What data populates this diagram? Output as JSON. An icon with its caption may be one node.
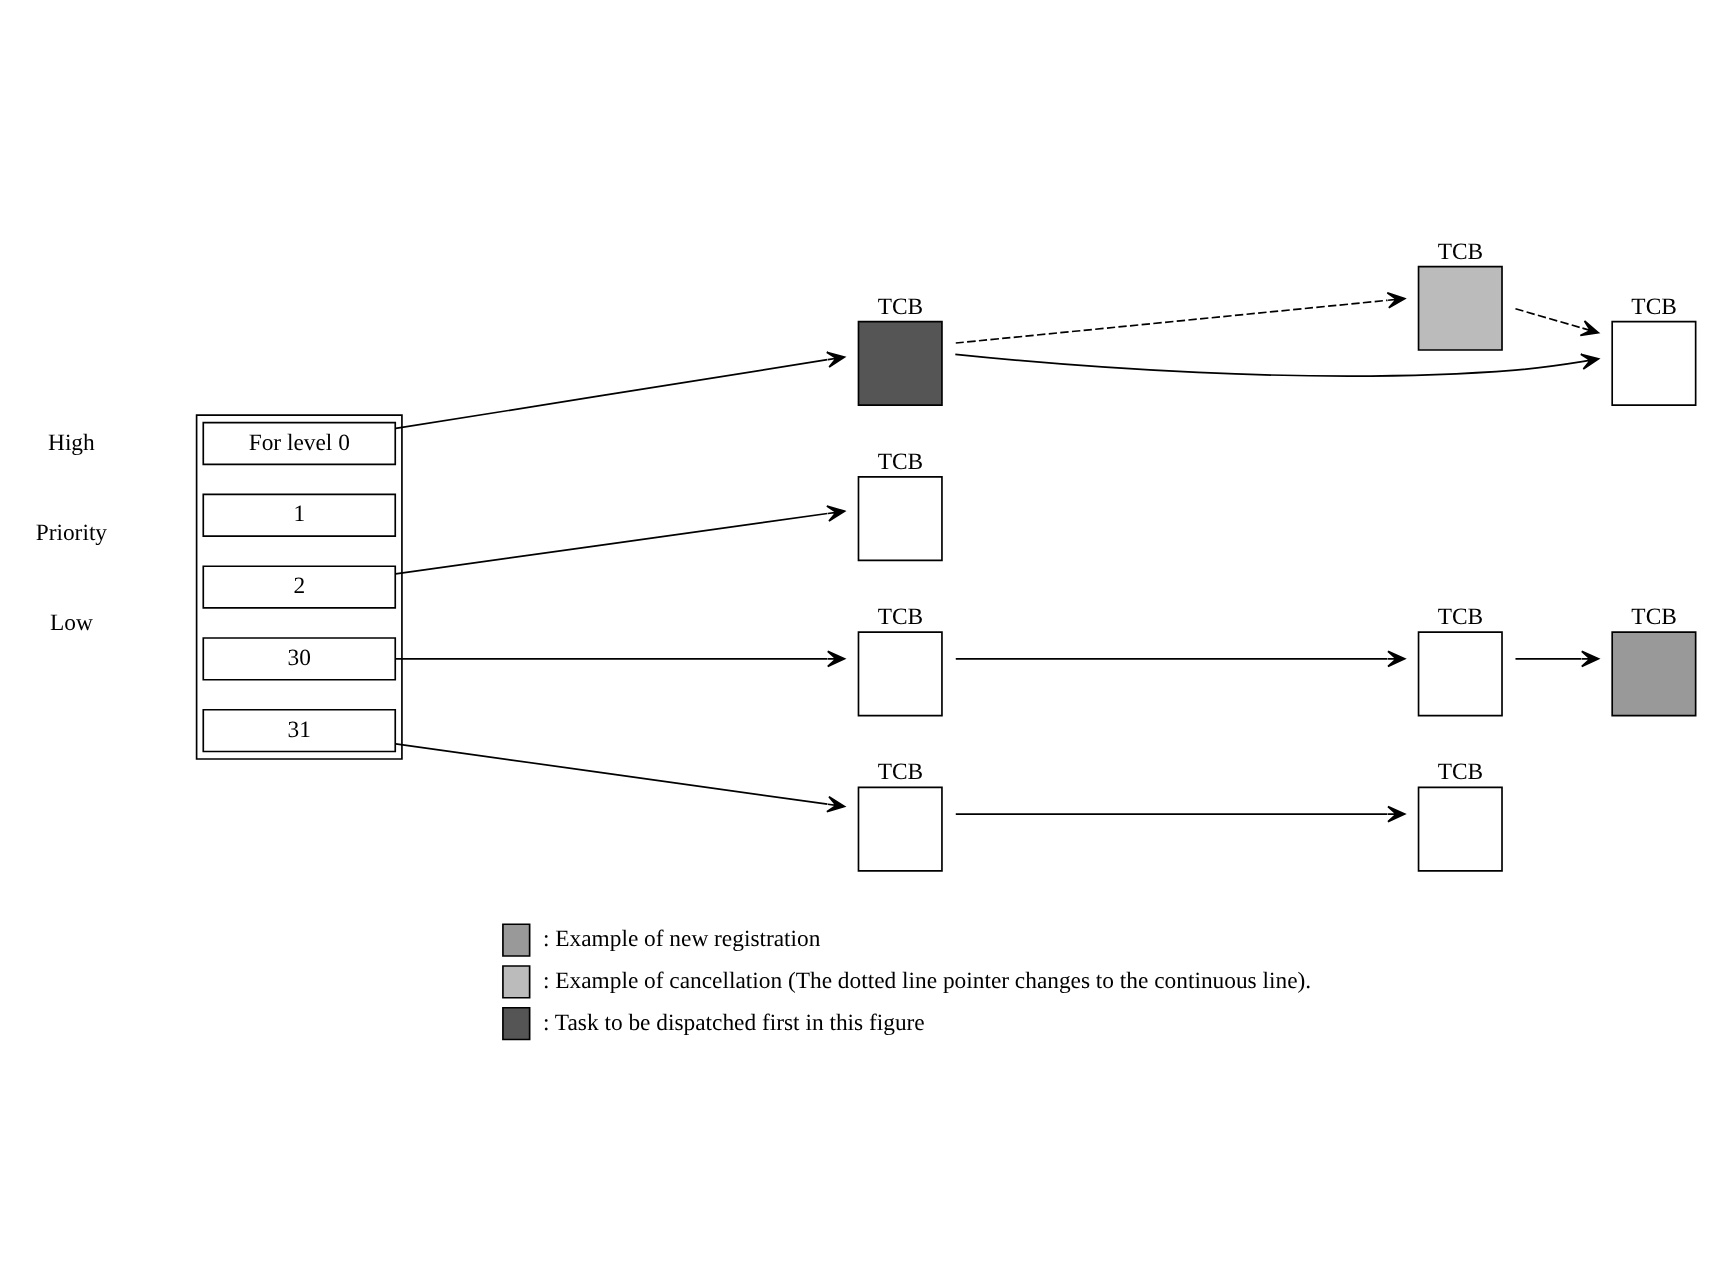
{
  "diagram": {
    "nodes": [
      {
        "text": [],
        "shape": "box"
      },
      {
        "text": [
          "For level 0"
        ],
        "in": 0
      },
      {
        "text": [
          "1"
        ],
        "in": 0
      },
      {
        "text": [
          "2"
        ],
        "in": 0
      },
      {
        "text": [
          "30"
        ],
        "in": 0
      },
      {
        "text": [
          "31"
        ],
        "in": 0
      },
      {
        "text": [
          "TCB"
        ]
      },
      {
        "text": [
          "TCB"
        ]
      },
      {
        "text": [
          "TCB"
        ]
      },
      {
        "text": [
          "TCB"
        ]
      },
      {
        "text": [
          "TCB"
        ]
      },
      {
        "text": [
          "TCB"
        ]
      },
      {
        "text": [
          "TCB"
        ]
      },
      {
        "text": [
          "TCB"
        ]
      },
      {
        "text": [
          "TCB"
        ]
      }
    ],
    "edges": [
      {
        "from": 1,
        "to": 6,
        "arrow": "to"
      },
      {
        "from": 6,
        "to": 7,
        "arrow": "to",
        "style": "dashed"
      },
      {
        "from": 7,
        "to": 8,
        "arrow": "to",
        "style": "dashed"
      },
      {
        "from": 6,
        "to": 8,
        "arrow": "to"
      },
      {
        "from": 3,
        "to": 9,
        "arrow": "to"
      },
      {
        "from": 4,
        "to": 10,
        "arrow": "to"
      },
      {
        "from": 10,
        "to": 11,
        "arrow": "to"
      },
      {
        "from": 11,
        "to": 12,
        "arrow": "to"
      },
      {
        "from": 5,
        "to": 13,
        "arrow": "to"
      },
      {
        "from": 13,
        "to": 14,
        "arrow": "to"
      }
    ],
    "labels": [
      "High",
      "Priority",
      "Low"
    ],
    "legend": [
      {
        "text": ": Example of new registration"
      },
      {
        "text": ": Example of cancellation (The dotted line pointer changes to the continuous line)."
      },
      {
        "text": ": Task to be dispatched first in this figure"
      }
    ]
  }
}
